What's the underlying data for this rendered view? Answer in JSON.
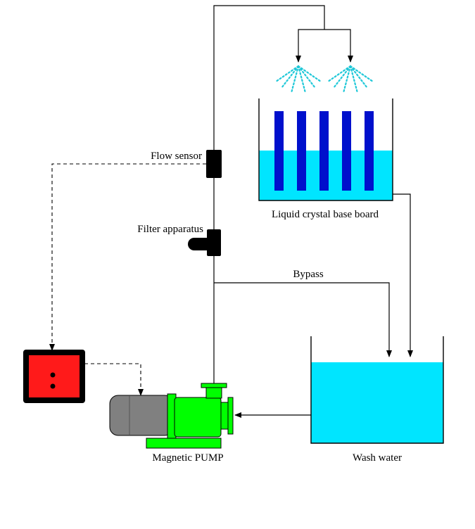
{
  "labels": {
    "flow_sensor": "Flow sensor",
    "filter_apparatus": "Filter apparatus",
    "lcd_board": "Liquid crystal base board",
    "bypass": "Bypass",
    "wash_water": "Wash water",
    "magnetic_pump": "Magnetic PUMP"
  },
  "colors": {
    "water": "#00e5ff",
    "spray": "#20c8d8",
    "board": "#0010cc",
    "controller": "#ff1a1a",
    "pump_motor": "#808080",
    "pump_head": "#00ff00",
    "pipe": "#000000"
  },
  "icons": {
    "flow_sensor": "flow-sensor-icon",
    "filter": "filter-icon",
    "controller": "controller-icon",
    "pump": "magnetic-pump-icon",
    "nozzle": "spray-nozzle-icon"
  }
}
